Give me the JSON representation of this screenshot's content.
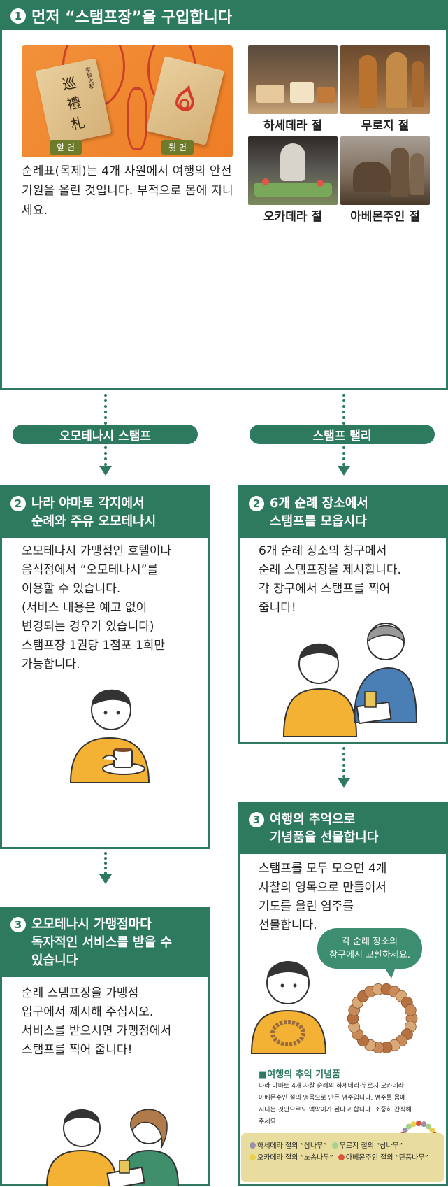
{
  "step1": {
    "number": "1",
    "title": "먼저 “스탬프장”을 구입합니다",
    "tag_front_label": "앞 면",
    "tag_back_label": "뒷 면",
    "tag_text_1": "巡",
    "tag_text_2": "禮",
    "tag_text_3": "札",
    "tag_side_text": "奈良大和",
    "description": "순례표(목제)는 4개 사원에서 여행의 안전 기원을 올린 것입니다. 부적으로 몸에 지니세요.",
    "temples": [
      "하세데라 절",
      "무로지 절",
      "오카데라 절",
      "아베몬주인 절"
    ]
  },
  "pills": {
    "left": "오모테나시 스탬프",
    "right": "스탬프 랠리"
  },
  "left2": {
    "number": "2",
    "title_line1": "나라 야마토 각지에서",
    "title_line2": "순례와 주유 오모테나시",
    "body_lines": [
      "오모테나시 가맹점인 호텔이나",
      "음식점에서 “오모테나시”를",
      "이용할 수 있습니다.",
      "(서비스 내용은 예고 없이",
      "변경되는 경우가 있습니다)",
      "스탬프장   1권당 1점포 1회만",
      "가능합니다."
    ]
  },
  "left3": {
    "number": "3",
    "title_line1": "오모테나시 가맹점마다",
    "title_line2": "독자적인 서비스를 받을 수",
    "title_line3": "있습니다",
    "body_lines": [
      "순례 스탬프장을 가맹점",
      "입구에서 제시해 주십시오.",
      "서비스를 받으시면 가맹점에서",
      "스탬프를 찍어 줍니다!"
    ]
  },
  "right2": {
    "number": "2",
    "title_line1": "6개 순례 장소에서",
    "title_line2": "스탬프를 모읍시다",
    "body_lines": [
      "6개 순례 장소의 창구에서",
      "순례 스탬프장을 제시합니다.",
      "각 창구에서 스탬프를 찍어",
      "줍니다!"
    ]
  },
  "right3": {
    "number": "3",
    "title_line1": "여행의 추억으로",
    "title_line2": "기념품을 선물합니다",
    "body_lines": [
      "스탬프를 모두 모으면 4개",
      "사찰의 영목으로 만들어서",
      "기도를 올린 염주를",
      "선물합니다."
    ],
    "bubble_line1": "각 순례 장소의",
    "bubble_line2": "창구에서 교환하세요.",
    "souvenir_title": "■여행의 추억 기념품",
    "souvenir_lines": [
      "나라 야마토 4개 사찰 순례의 하세데라·무로지·오카데라·",
      "아베몬주인 절의 영목으로 만든 염주입니다. 염주를 몸에",
      "지니는 것만으로도 액막이가 된다고 합니다. 소중히 간직해",
      "주세요."
    ],
    "legend_row1_a": "하세데라 절의 “삼나무”",
    "legend_row1_b": "무로지 절의 “삼나무”",
    "legend_row2_a": "오카데라 절의 “노송나무”",
    "legend_row2_b": "아베몬주인 절의 “단풍나무”",
    "legend_colors": [
      "#9d8fa8",
      "#a6d38a",
      "#e8d04a",
      "#d8533c"
    ]
  },
  "colors": {
    "brand_green": "#2d7a5f",
    "tag_bg": "#ee7d26",
    "sweater": "#f3b233"
  }
}
